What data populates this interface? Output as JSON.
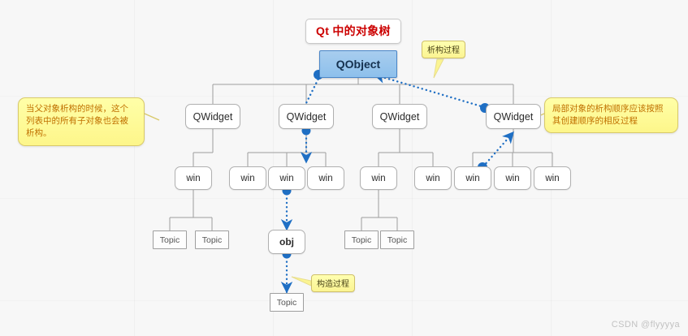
{
  "title": "Qt 中的对象树",
  "watermark": "CSDN @flyyyya",
  "colors": {
    "accent_blue": "#1f6fc4",
    "node_blue_fill": "#8dc0ec",
    "sticky_yellow": "#ffffa8",
    "title_red": "#cc0000",
    "line_gray": "#9e9e9e"
  },
  "root": {
    "label": "QObject"
  },
  "qwidgets": [
    {
      "label": "QWidget"
    },
    {
      "label": "QWidget"
    },
    {
      "label": "QWidget"
    },
    {
      "label": "QWidget"
    }
  ],
  "wins": [
    {
      "label": "win"
    },
    {
      "label": "win"
    },
    {
      "label": "win"
    },
    {
      "label": "win"
    },
    {
      "label": "win"
    },
    {
      "label": "win"
    },
    {
      "label": "win"
    },
    {
      "label": "win"
    },
    {
      "label": "win"
    }
  ],
  "topics": [
    {
      "label": "Topic"
    },
    {
      "label": "Topic"
    },
    {
      "label": "Topic"
    },
    {
      "label": "Topic"
    },
    {
      "label": "Topic"
    }
  ],
  "obj": {
    "label": "obj"
  },
  "notes": {
    "left": "当父对象析构的时候，这个列表中的所有子对象也会被析构。",
    "right": "局部对象的析构顺序应该按照其创建顺序的相反过程"
  },
  "tags": {
    "destruct": "析构过程",
    "construct": "构造过程"
  }
}
